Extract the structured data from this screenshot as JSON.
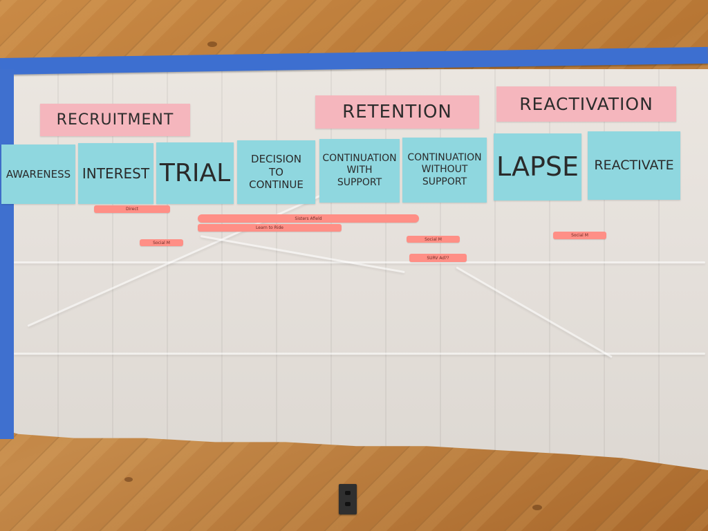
{
  "phases": {
    "recruitment": "RECRUITMENT",
    "retention": "RETENTION",
    "reactivation": "REACTIVATION"
  },
  "stages": {
    "awareness": "AWARENESS",
    "interest": "INTEREST",
    "trial": "TRIAL",
    "decision": "DECISION\nTO\nCONTINUE",
    "with_support": "CONTINUATION\nWITH\nSUPPORT",
    "without_support": "CONTINUATION\nWITHOUT\nSUPPORT",
    "lapse": "LAPSE",
    "reactivate": "REACTIVATE"
  },
  "strips": {
    "s1": "Direct",
    "s2": "Social M",
    "s3": "Sisters Afield",
    "s4": "Learn to Ride",
    "s5": "Social M",
    "s6": "SURV Ad??",
    "s7": "Social M"
  },
  "colors": {
    "tape": "#3d6fd0",
    "pink_paper": "#f5b6bd",
    "blue_paper": "#8fd7df",
    "strip": "#ff8f86",
    "sheet": "#e6e1dc"
  }
}
